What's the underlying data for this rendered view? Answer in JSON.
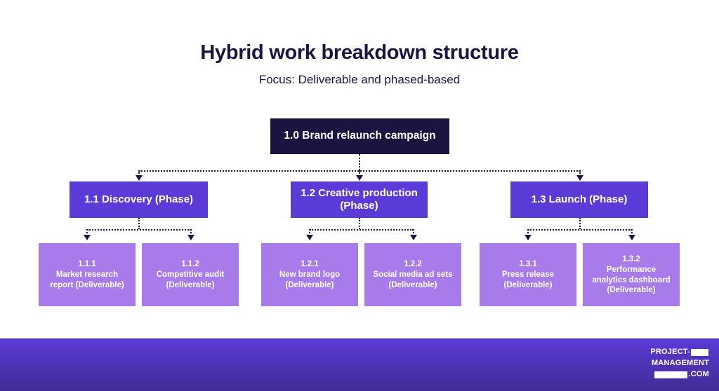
{
  "header": {
    "title": "Hybrid work breakdown structure",
    "subtitle": "Focus: Deliverable and phased-based"
  },
  "colors": {
    "root": "#1B1340",
    "phase": "#5B3BD8",
    "deliverable": "#A87BEA",
    "background": "#FFFFFF",
    "footer_top": "#5B3BD8",
    "footer_bottom": "#422A95",
    "connector": "#1B1340",
    "node_text": "#FFFFFF",
    "heading_text": "#1B1340"
  },
  "chart_data": {
    "type": "diagram",
    "diagram_type": "work-breakdown-structure",
    "title": "Hybrid work breakdown structure",
    "subtitle": "Focus: Deliverable and phased-based",
    "levels": 3,
    "root": {
      "code": "1.0",
      "label": "1.0 Brand relaunch campaign",
      "level": 0,
      "type": "project"
    },
    "nodes": [
      {
        "code": "1.1",
        "label": "1.1 Discovery (Phase)",
        "level": 1,
        "type": "phase",
        "parent": "1.0",
        "children": [
          {
            "code": "1.1.1",
            "label": "Market research report (Deliverable)",
            "level": 2,
            "type": "deliverable"
          },
          {
            "code": "1.1.2",
            "label": "Competitive audit (Deliverable)",
            "level": 2,
            "type": "deliverable"
          }
        ]
      },
      {
        "code": "1.2",
        "label": "1.2 Creative production (Phase)",
        "level": 1,
        "type": "phase",
        "parent": "1.0",
        "children": [
          {
            "code": "1.2.1",
            "label": "New brand logo (Deliverable)",
            "level": 2,
            "type": "deliverable"
          },
          {
            "code": "1.2.2",
            "label": "Social media ad sets (Deliverable)",
            "level": 2,
            "type": "deliverable"
          }
        ]
      },
      {
        "code": "1.3",
        "label": "1.3 Launch (Phase)",
        "level": 1,
        "type": "phase",
        "parent": "1.0",
        "children": [
          {
            "code": "1.3.1",
            "label": "Press release (Deliverable)",
            "level": 2,
            "type": "deliverable"
          },
          {
            "code": "1.3.2",
            "label": "Performance analytics dashboard (Deliverable)",
            "level": 2,
            "type": "deliverable"
          }
        ]
      }
    ]
  },
  "footer": {
    "logo_line1": "PROJECT-",
    "logo_line2": "MANAGEMENT",
    "logo_line3": ".COM"
  }
}
